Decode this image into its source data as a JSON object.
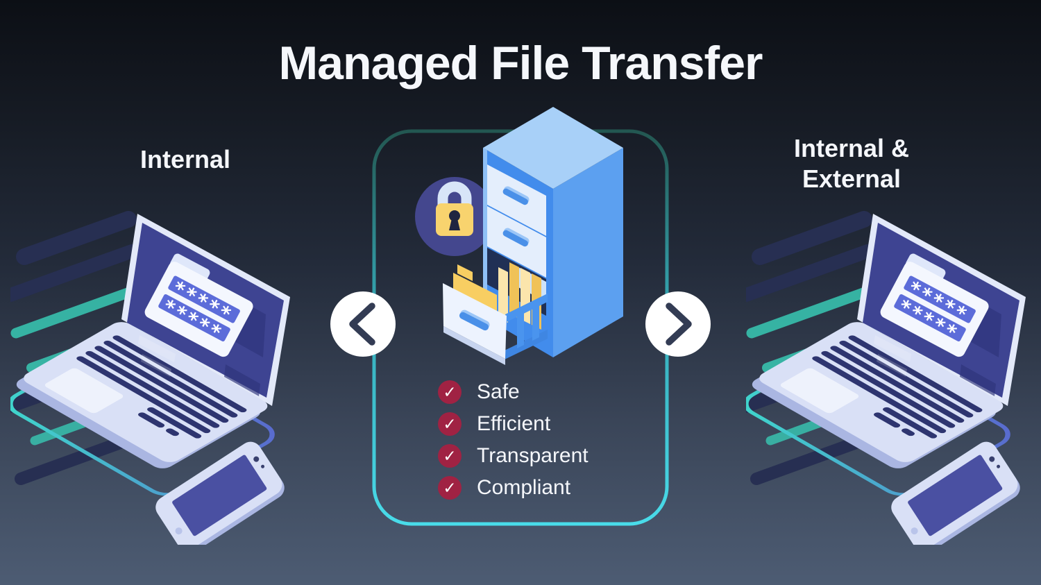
{
  "title": "Managed File Transfer",
  "left_group": {
    "label": "Internal"
  },
  "right_group": {
    "label_line1": "Internal &",
    "label_line2": "External"
  },
  "center_panel": {
    "check_glyph": "✓",
    "features": [
      {
        "label": "Safe"
      },
      {
        "label": "Efficient"
      },
      {
        "label": "Transparent"
      },
      {
        "label": "Compliant"
      }
    ]
  },
  "laptop": {
    "password_mask": "*****"
  },
  "colors": {
    "bg_top": "#0c0f15",
    "bg_mid": "#232b3a",
    "bg_bottom": "#4d5c73",
    "text_white": "#f5f7fb",
    "accent_teal": "#49dcea",
    "accent_teal_mid": "#35a8b5",
    "accent_teal_dark": "#235751",
    "check_red": "#a02243",
    "chevron_navy": "#333c54",
    "cabinet_front": "#428cec",
    "cabinet_side": "#5ca0f0",
    "cabinet_top": "#a8d0f8",
    "drawer_face": "#e4eefc",
    "drawer_open_face": "#edf3fe",
    "drawer_interior": "#203055",
    "handle_blue": "#4a90e8",
    "folder_yellow": "#f8ce62",
    "folder_yellow_light": "#fbe5ac",
    "folder_yellow_mid": "#f0c258",
    "lock_circle": "#44478e",
    "lock_body": "#f8d36e",
    "lock_shackle": "#d8e5f8",
    "lock_keyhole": "#1f2540",
    "laptop_screen": "#3e4492",
    "laptop_bezel": "#e3e9f9",
    "laptop_body": "#d9e0f6",
    "key_navy": "#2e3570",
    "input_blue": "#5c6cd9",
    "speed_teal": "#38c9b4",
    "speed_navy": "#272f52",
    "glow_teal": "#3fd8cc",
    "glow_blue": "#5a68ce",
    "phone_screen": "#4a50a2",
    "circle_white": "#ffffff"
  }
}
